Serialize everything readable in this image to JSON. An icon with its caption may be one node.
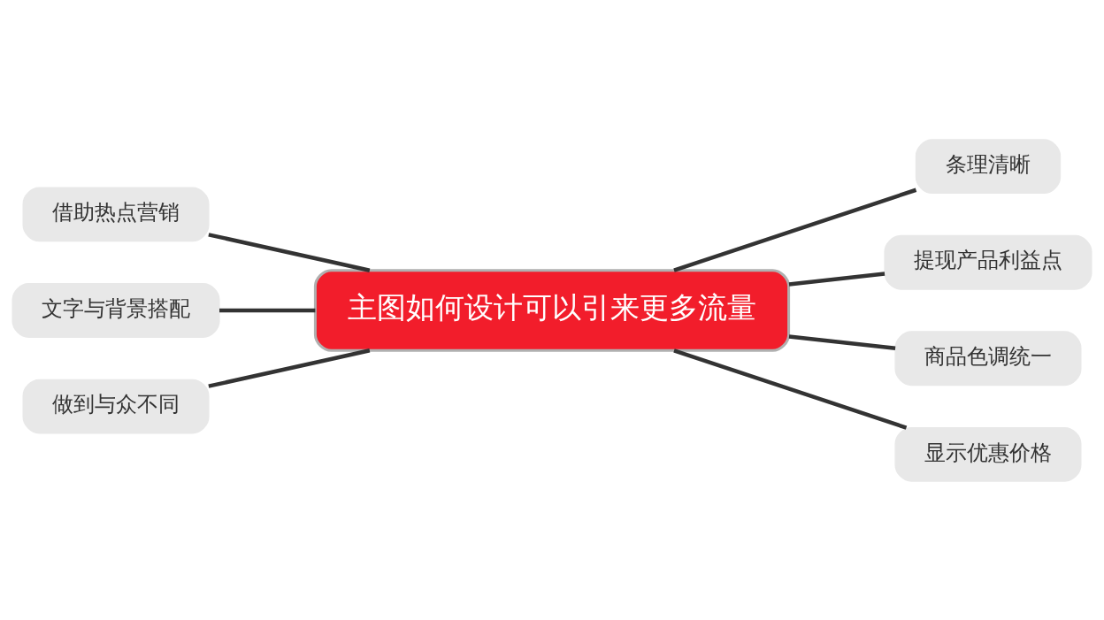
{
  "diagram": {
    "nodes": [
      {
        "text": [
          "主图如何设计可以引来更多流量"
        ]
      },
      {
        "text": [
          "借助热点营销"
        ]
      },
      {
        "text": [
          "文字与背景搭配"
        ]
      },
      {
        "text": [
          "做到与众不同"
        ]
      },
      {
        "text": [
          "条理清晰"
        ]
      },
      {
        "text": [
          "提现产品利益点"
        ]
      },
      {
        "text": [
          "商品色调统一"
        ]
      },
      {
        "text": [
          "显示优惠价格"
        ]
      }
    ],
    "edges": [
      {
        "from": 1,
        "to": 0,
        "arrow": "none"
      },
      {
        "from": 2,
        "to": 0,
        "arrow": "none"
      },
      {
        "from": 3,
        "to": 0,
        "arrow": "none"
      },
      {
        "from": 0,
        "to": 4,
        "arrow": "none"
      },
      {
        "from": 0,
        "to": 5,
        "arrow": "none"
      },
      {
        "from": 0,
        "to": 6,
        "arrow": "none"
      },
      {
        "from": 0,
        "to": 7,
        "arrow": "none"
      }
    ]
  }
}
